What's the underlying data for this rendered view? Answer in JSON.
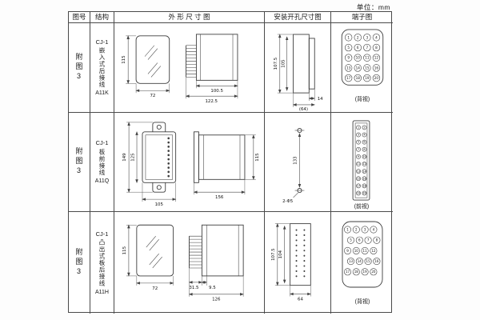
{
  "unit_label": "单位：mm",
  "headers": {
    "fig": "图号",
    "structure": "结构",
    "outline": "外 形 尺 寸 图",
    "install": "安装开孔尺寸图",
    "terminal": "端子图"
  },
  "rows": [
    {
      "fig": "附图3",
      "model": "CJ-1",
      "structure": "嵌入式后接线",
      "code": "A11K",
      "outline_dims": [
        "115",
        "72",
        "100.5",
        "122.5"
      ],
      "install_dims": [
        "107.5",
        "105",
        "14",
        "(64)"
      ],
      "terminals": [
        1,
        2,
        3,
        4,
        5,
        6,
        7,
        8,
        9,
        10,
        11,
        12,
        13,
        14,
        15,
        16,
        17,
        18,
        19,
        20
      ],
      "view": "(背视)"
    },
    {
      "fig": "附图3",
      "model": "CJ-1",
      "structure": "板前接线",
      "code": "A11Q",
      "outline_dims": [
        "149",
        "125",
        "105",
        "156",
        "115"
      ],
      "install_dims": [
        "133",
        "2-Φ5"
      ],
      "terminals": [
        1,
        2,
        3,
        4,
        5,
        6,
        7,
        8,
        9,
        10,
        11,
        12,
        13,
        14,
        15,
        16,
        17,
        18,
        19,
        20
      ],
      "view": "(前视)"
    },
    {
      "fig": "附图3",
      "model": "CJ-1",
      "structure": "凸出式板后接线",
      "code": "A11H",
      "outline_dims": [
        "115",
        "72",
        "31.5",
        "9.5",
        "126"
      ],
      "install_dims": [
        "107.5",
        "104",
        "64"
      ],
      "terminals": [
        1,
        2,
        3,
        4,
        5,
        6,
        7,
        8,
        9,
        10,
        11,
        12,
        13,
        14,
        15,
        16,
        17,
        18,
        19,
        20
      ],
      "view": "(背视)"
    }
  ]
}
